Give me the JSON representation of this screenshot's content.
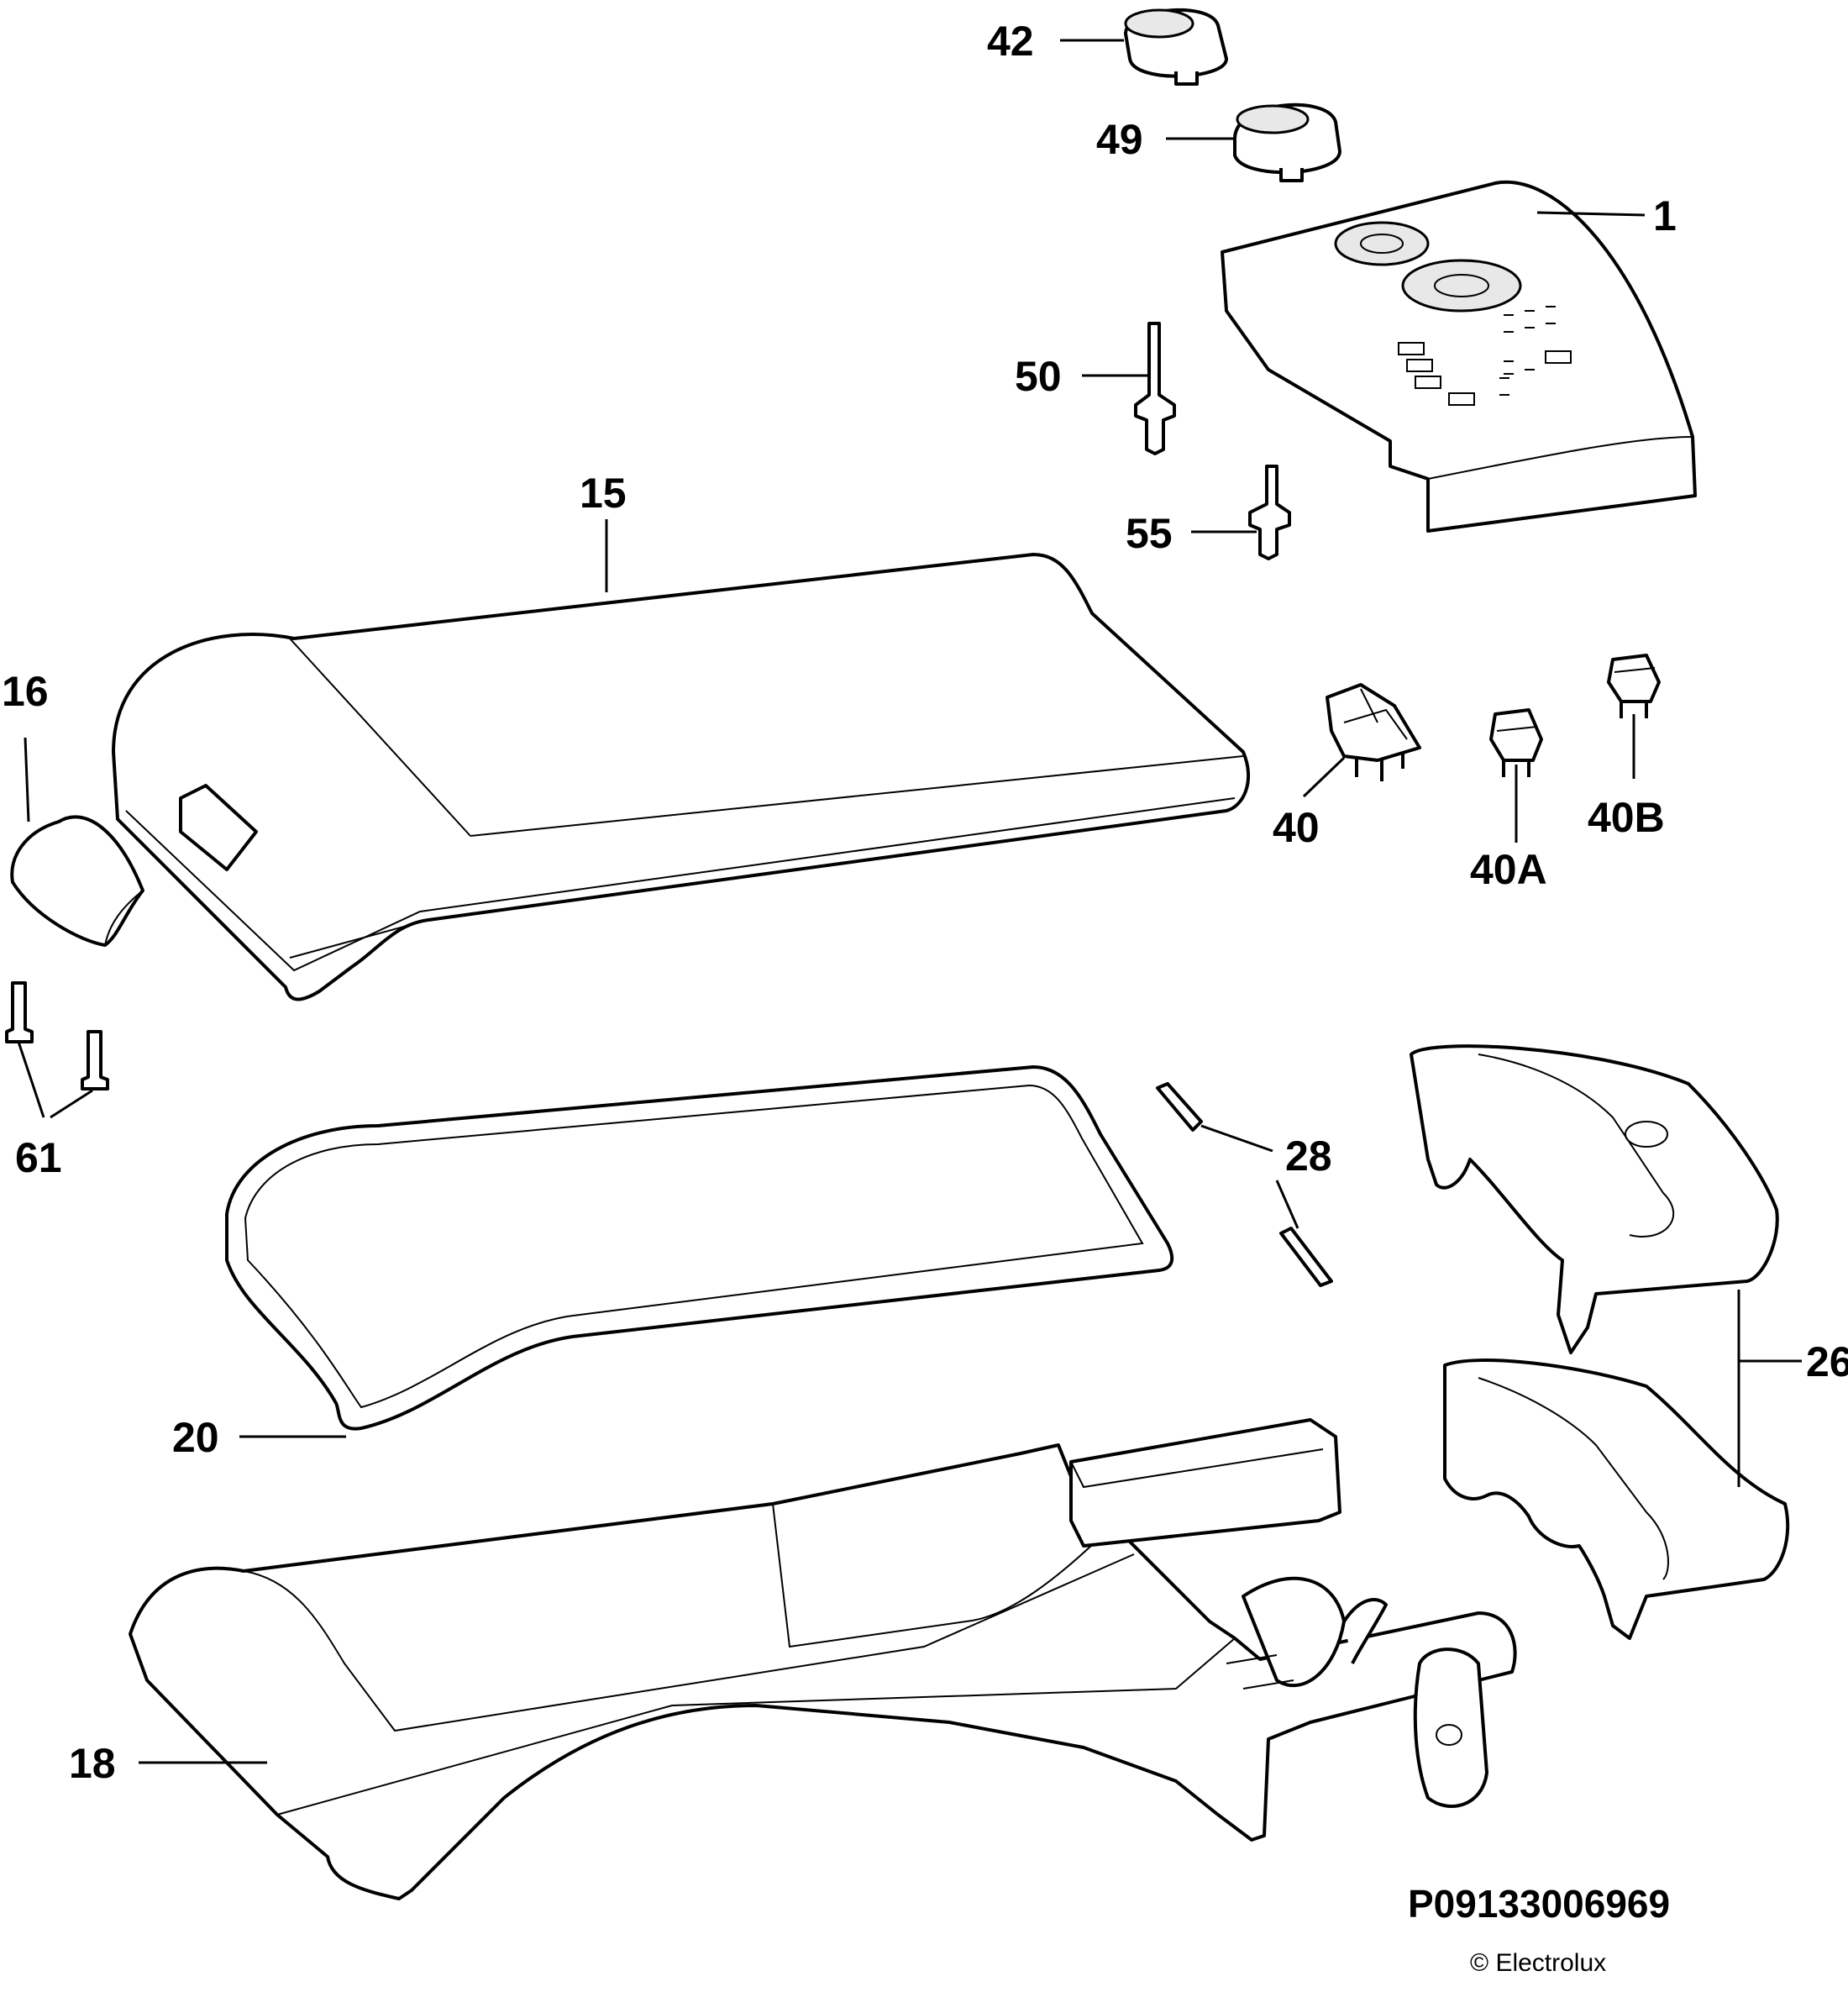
{
  "diagram": {
    "drawing_code": "P09133006969",
    "copyright": "© Electrolux",
    "labels": {
      "p42": "42",
      "p49": "49",
      "p1": "1",
      "p50": "50",
      "p55": "55",
      "p15": "15",
      "p16": "16",
      "p40": "40",
      "p40a": "40A",
      "p40b": "40B",
      "p61": "61",
      "p28": "28",
      "p26": "26",
      "p20": "20",
      "p18": "18"
    }
  }
}
